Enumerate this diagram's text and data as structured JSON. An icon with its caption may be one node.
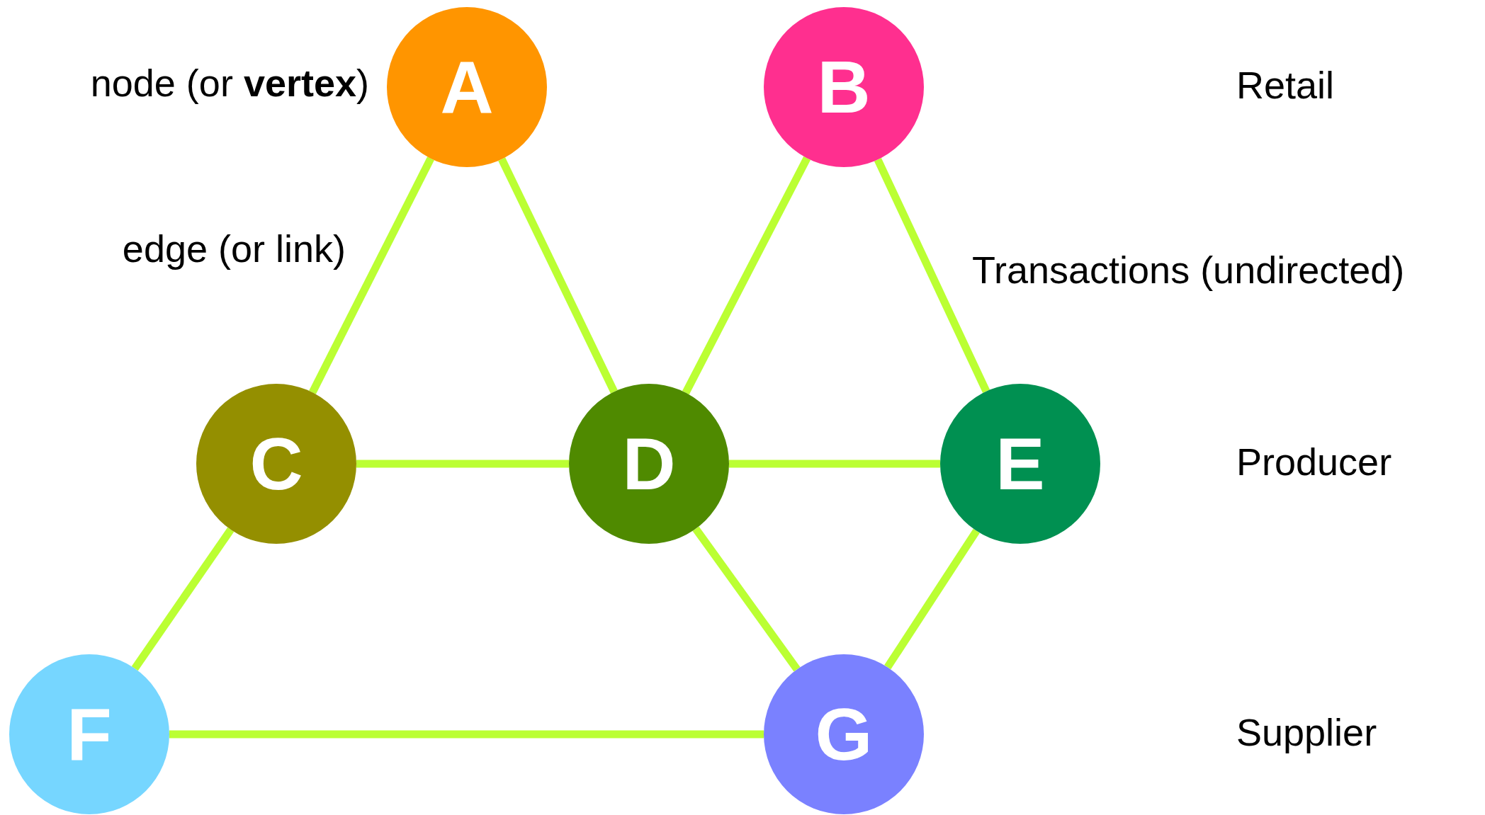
{
  "diagram": {
    "nodes": [
      {
        "text": [
          "A"
        ]
      },
      {
        "text": [
          "B"
        ]
      },
      {
        "text": [
          "C"
        ]
      },
      {
        "text": [
          "D"
        ]
      },
      {
        "text": [
          "E"
        ]
      },
      {
        "text": [
          "F"
        ]
      },
      {
        "text": [
          "G"
        ]
      }
    ],
    "edges": [
      {
        "from": 0,
        "to": 2,
        "arrow": "none"
      },
      {
        "from": 0,
        "to": 3,
        "arrow": "none"
      },
      {
        "from": 1,
        "to": 3,
        "arrow": "none"
      },
      {
        "from": 1,
        "to": 4,
        "arrow": "none"
      },
      {
        "from": 2,
        "to": 3,
        "arrow": "none"
      },
      {
        "from": 3,
        "to": 4,
        "arrow": "none"
      },
      {
        "from": 2,
        "to": 5,
        "arrow": "none"
      },
      {
        "from": 3,
        "to": 6,
        "arrow": "none"
      },
      {
        "from": 4,
        "to": 6,
        "arrow": "none"
      },
      {
        "from": 5,
        "to": 6,
        "arrow": "none"
      }
    ],
    "labels": [
      "node (or **vertex**)",
      "Retail",
      "edge (or link)",
      "Transactions (undirected)",
      "Producer",
      "Supplier"
    ]
  }
}
